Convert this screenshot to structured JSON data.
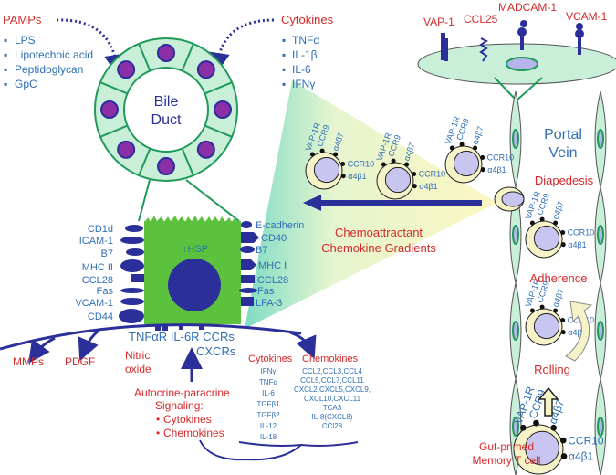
{
  "pamps": {
    "title": "PAMPs",
    "items": [
      "LPS",
      "Lipotechoic acid",
      "Peptidoglycan",
      "GpC"
    ]
  },
  "cytokines_top": {
    "title": "Cytokines",
    "items": [
      "TNFα",
      "IL-1β",
      "IL-6",
      "IFNγ"
    ]
  },
  "bile_duct": {
    "line1": "Bile",
    "line2": "Duct"
  },
  "cell": {
    "hsp": "↑HSP",
    "left_markers": [
      "CD1d",
      "ICAM-1",
      "B7",
      "MHC II",
      "CCL28",
      "Fas",
      "VCAM-1",
      "CD44"
    ],
    "right_markers": [
      "E-cadherin",
      "CD40",
      "B7",
      "MHC I",
      "CCL28",
      "Fas",
      "LFA-3"
    ],
    "receptors_line1": "TNFαR IL-6R CCRs",
    "receptors_line2": "CXCRs"
  },
  "outputs": {
    "mmps": "MMPs",
    "pdgf": "PDGF",
    "nitric1": "Nitric",
    "nitric2": "oxide"
  },
  "signaling": {
    "line1": "Autocrine-paracrine",
    "line2": "Signaling:",
    "items": [
      "Cytokines",
      "Chemokines"
    ]
  },
  "cytokine_list": {
    "title": "Cytokines",
    "items": [
      "IFNγ",
      "TNFα",
      "IL-6",
      "TGFβ1",
      "TGFβ2",
      "IL-12",
      "IL-18"
    ]
  },
  "chemokine_list": {
    "title": "Chemokines",
    "items": [
      "CCL2,CCL3,CCL4",
      "CCL5,CCL7,CCL11",
      "CXCL2,CXCL5,CXCL9,",
      "CXCL10,CXCL11",
      "TCA3",
      "IL-8(CXCL8)",
      "CCl28"
    ]
  },
  "gradient": {
    "line1": "Chemoattractant",
    "line2": "Chemokine Gradients"
  },
  "tcell_markers": [
    "VAP-1R",
    "CCR9",
    "α4β7",
    "CCR10",
    "α4β1"
  ],
  "endothelium": {
    "labels": [
      "VAP-1",
      "CCL25",
      "MADCAM-1",
      "VCAM-1"
    ]
  },
  "portal_vein": {
    "line1": "Portal",
    "line2": "Vein"
  },
  "steps": {
    "diapedesis": "Diapedesis",
    "adherence": "Adherence",
    "rolling": "Rolling"
  },
  "memory_cell": {
    "line1": "Gut-primed",
    "line2": "Memory T cell"
  },
  "colors": {
    "red_text": "#d42a2a",
    "blue_text": "#2f6fb5",
    "navy": "#2b2f9a",
    "cell_green": "#5cc23e",
    "duct_green": "#c9efd9"
  }
}
